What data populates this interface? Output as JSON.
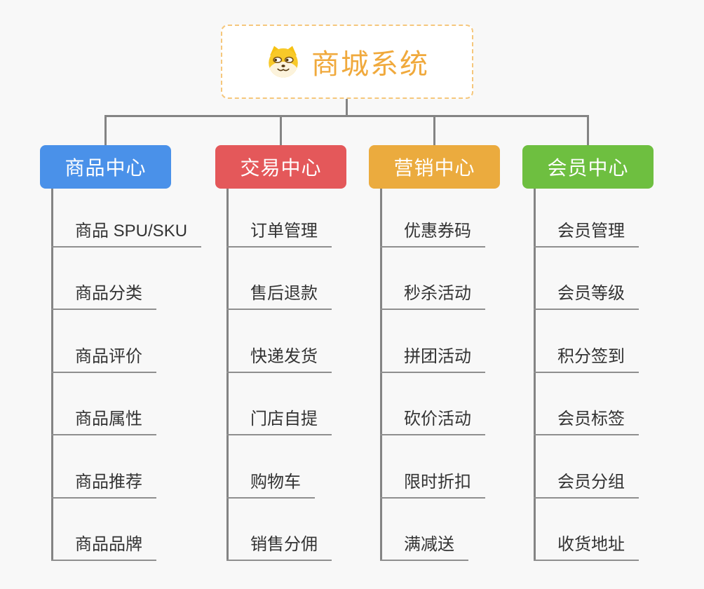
{
  "root": {
    "title": "商城系统",
    "icon": "shiba-dog-icon"
  },
  "branches": [
    {
      "label": "商品中心",
      "color": "#4A91E9",
      "items": [
        "商品 SPU/SKU",
        "商品分类",
        "商品评价",
        "商品属性",
        "商品推荐",
        "商品品牌"
      ]
    },
    {
      "label": "交易中心",
      "color": "#E4585A",
      "items": [
        "订单管理",
        "售后退款",
        "快递发货",
        "门店自提",
        "购物车",
        "销售分佣"
      ]
    },
    {
      "label": "营销中心",
      "color": "#EBAB3E",
      "items": [
        "优惠券码",
        "秒杀活动",
        "拼团活动",
        "砍价活动",
        "限时折扣",
        "满减送"
      ]
    },
    {
      "label": "会员中心",
      "color": "#6EBF40",
      "items": [
        "会员管理",
        "会员等级",
        "积分签到",
        "会员标签",
        "会员分组",
        "收货地址"
      ]
    }
  ],
  "colors": {
    "page_bg": "#f8f8f8",
    "root_accent": "#F0A93C",
    "root_border": "#F5C77C",
    "connector": "#848484",
    "underline": "#8f8f8f",
    "item_text": "#333333",
    "branch_text": "#ffffff"
  }
}
